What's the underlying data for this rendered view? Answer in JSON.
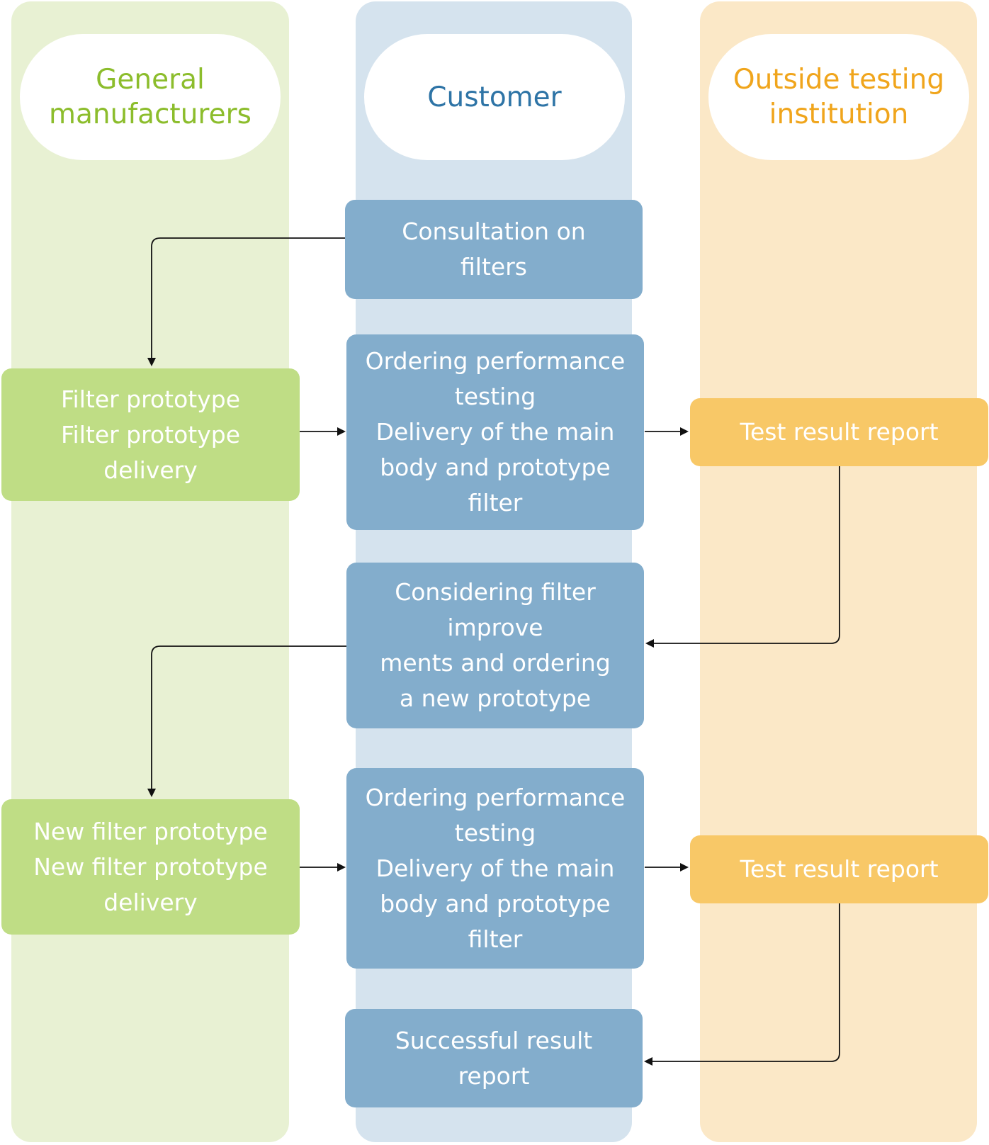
{
  "lanes": {
    "manufacturers": {
      "title": "General\nmanufacturers",
      "color": "#8cbd2c"
    },
    "customer": {
      "title": "Customer",
      "color": "#2e74a6"
    },
    "testing": {
      "title": "Outside testing\ninstitution",
      "color": "#f0a51c"
    }
  },
  "steps": {
    "consultation": "Consultation on\nfilters",
    "order_testing_1": "Ordering performance\ntesting\nDelivery of the main\nbody and prototype\nfilter",
    "considering": "Considering filter\nimprove\nments and ordering\na new prototype",
    "order_testing_2": "Ordering performance\ntesting\nDelivery of the main\nbody and prototype\nfilter",
    "success": "Successful result\nreport",
    "prototype_1": "Filter prototype\nFilter prototype\ndelivery",
    "prototype_2": "New filter prototype\nNew filter prototype\ndelivery",
    "report_1": "Test result report",
    "report_2": "Test result report"
  },
  "colors": {
    "green_lane": "#e8f1d3",
    "blue_lane": "#d5e3ee",
    "orange_lane": "#fbe8c7",
    "green_box": "#bfdd85",
    "blue_box": "#83adcc",
    "orange_box": "#f8c867",
    "connector": "#111111"
  }
}
